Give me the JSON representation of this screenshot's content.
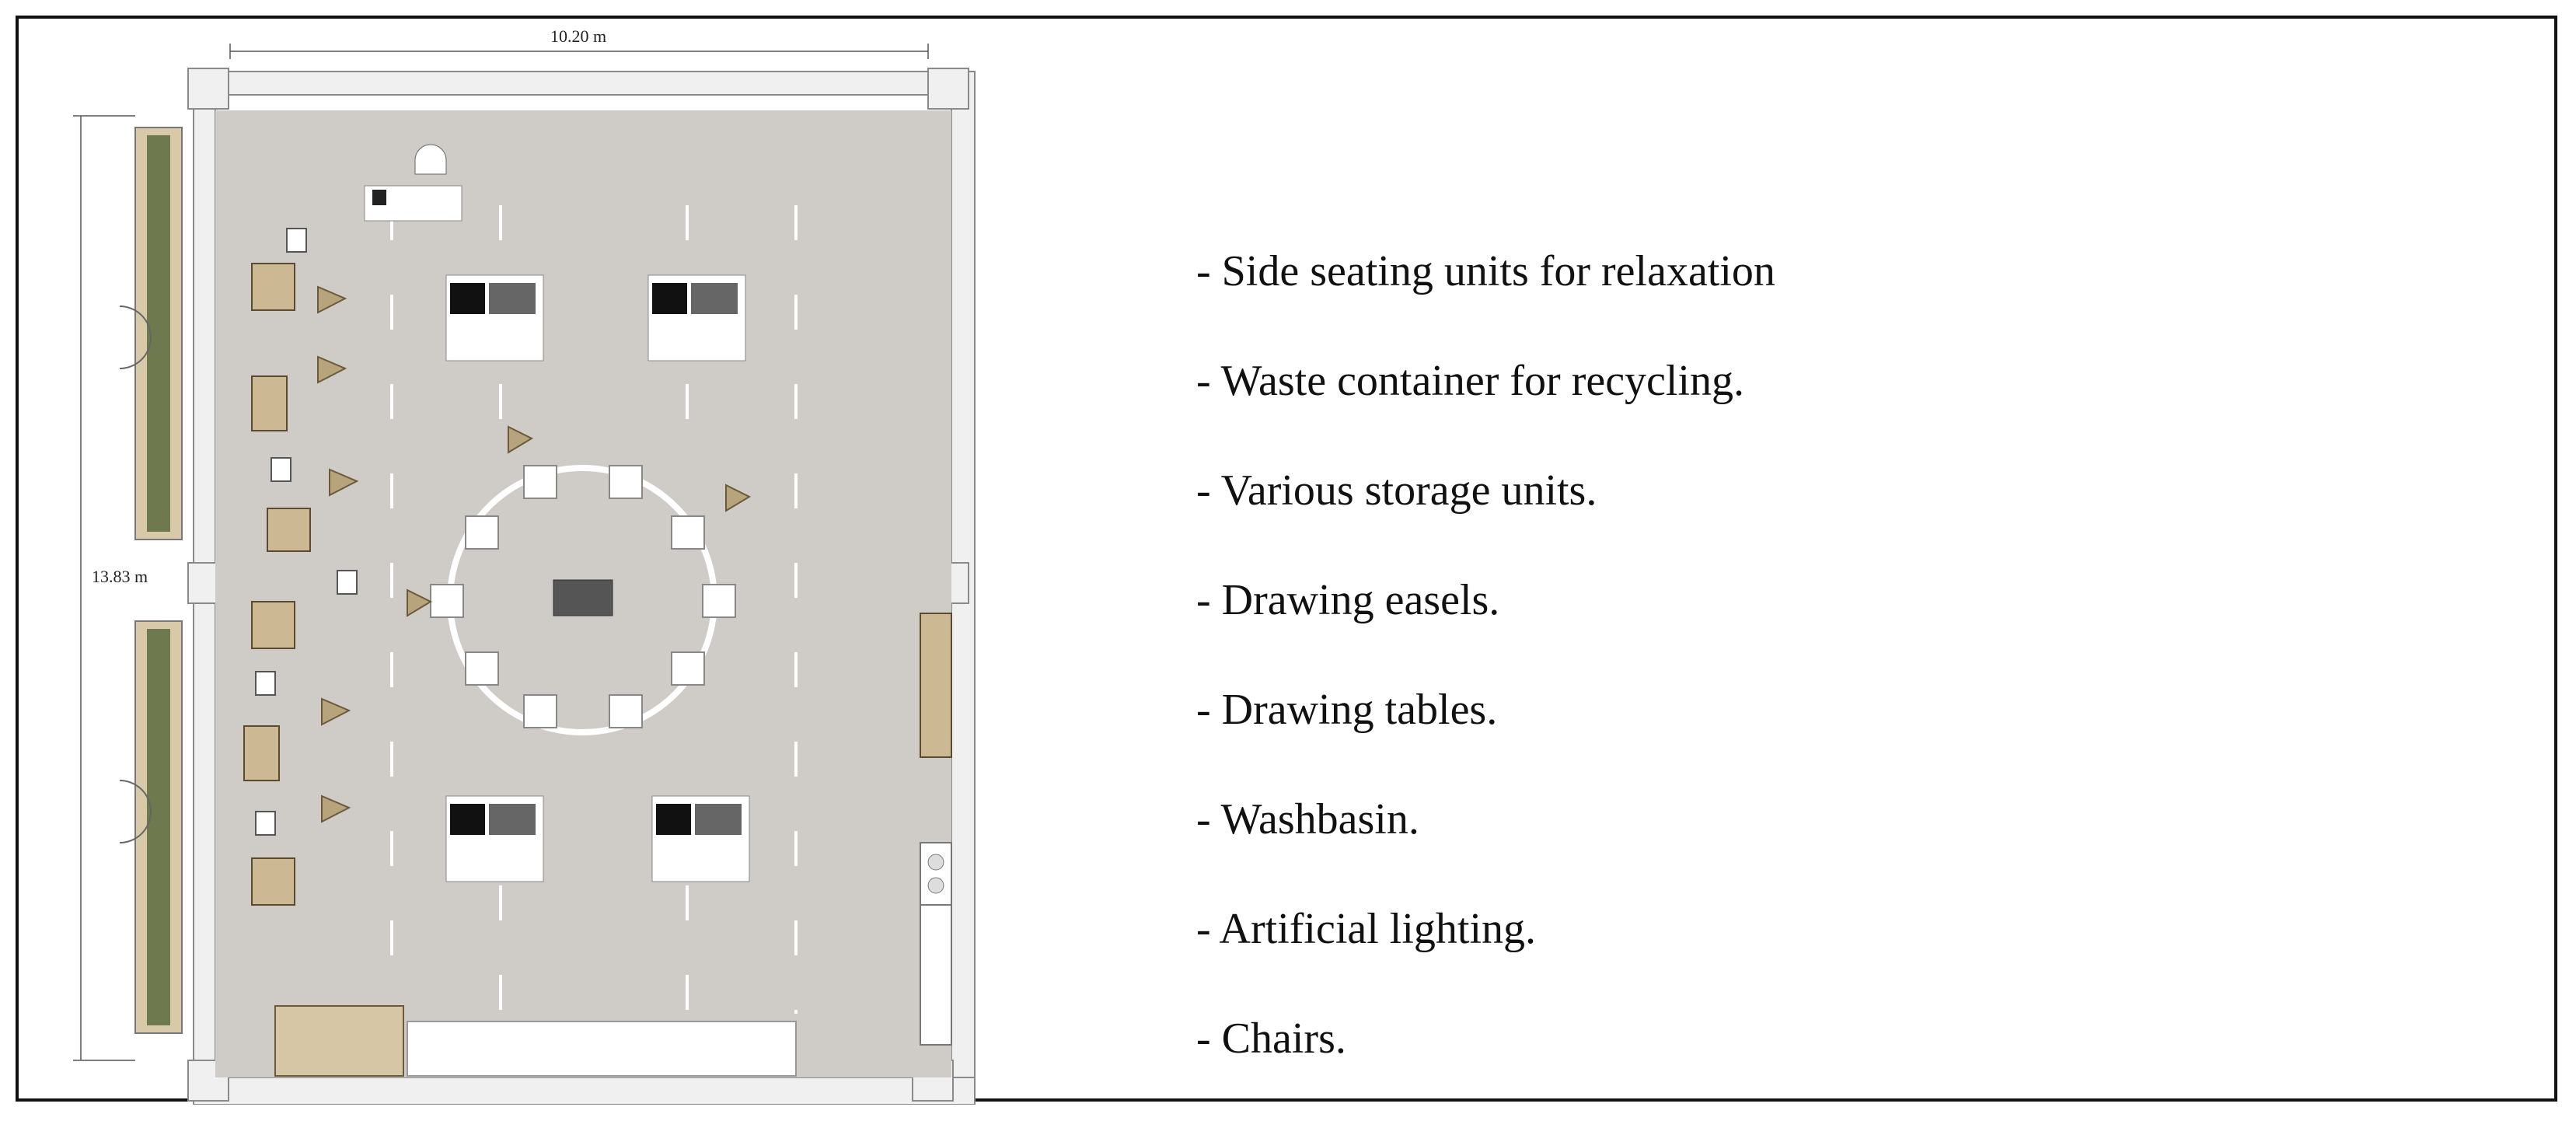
{
  "plan": {
    "width_label": "10.20 m",
    "height_label": "13.83 m"
  },
  "legend": {
    "items": [
      "- Side seating units for relaxation",
      "- Waste container for recycling.",
      "- Various storage units.",
      "- Drawing easels.",
      "- Drawing tables.",
      "- Washbasin.",
      "- Artificial lighting.",
      "- Chairs."
    ]
  },
  "colors": {
    "floor": "#cfcbc7",
    "wall": "#f0f0f0",
    "plants": "#5d6b3e",
    "planter": "#d8c9a8",
    "wood": "#cdb894",
    "frame": "#111111"
  }
}
